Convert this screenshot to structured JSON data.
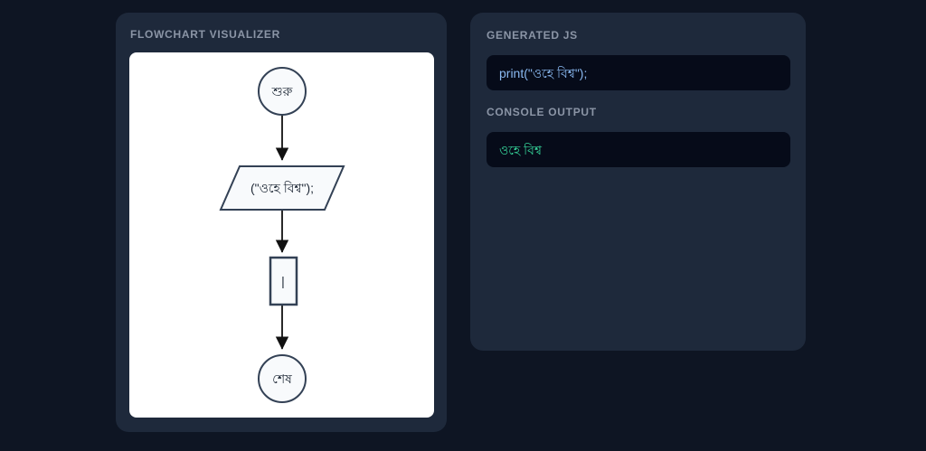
{
  "left_panel": {
    "title": "FLOWCHART VISUALIZER",
    "flowchart": {
      "start_label": "শুরু",
      "io_label": "(\"ওহে বিশ্ব\");",
      "process_label": "|",
      "end_label": "শেষ"
    }
  },
  "right_panel": {
    "generated_js": {
      "title": "GENERATED JS",
      "code": "print(\"ওহে বিশ্ব\");"
    },
    "console": {
      "title": "CONSOLE OUTPUT",
      "output": "ওহে বিশ্ব"
    }
  },
  "colors": {
    "page_bg": "#0e1523",
    "panel_bg": "#1e293b",
    "box_bg": "#060b19",
    "header_text": "#8b95a6",
    "code_text": "#8ab9f1",
    "output_text": "#35d399",
    "canvas_bg": "#ffffff",
    "shape_border": "#334155",
    "shape_fill": "#f8fafc",
    "arrow": "#111111"
  }
}
